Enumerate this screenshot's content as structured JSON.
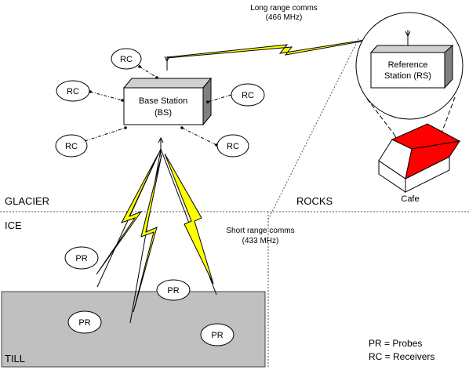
{
  "labels": {
    "long_range_1": "Long range comms",
    "long_range_2": "(466 MHz)",
    "short_range_1": "Short range comms",
    "short_range_2": "(433 MHz)",
    "base_station_1": "Base Station",
    "base_station_2": "(BS)",
    "reference_1": "Reference",
    "reference_2": "Station (RS)",
    "cafe": "Cafe",
    "glacier": "GLACIER",
    "rocks": "ROCKS",
    "ice": "ICE",
    "till": "TILL"
  },
  "receivers": [
    "RC",
    "RC",
    "RC",
    "RC",
    "RC"
  ],
  "probes": [
    "PR",
    "PR",
    "PR",
    "PR"
  ],
  "legend": {
    "probes": "PR = Probes",
    "receivers": "RC = Receivers"
  },
  "colors": {
    "lightning": "#ffff00",
    "roof": "#ff0000",
    "till_fill": "#c0c0c0",
    "box_side": "#808080",
    "box_top": "#d0d0d0"
  }
}
